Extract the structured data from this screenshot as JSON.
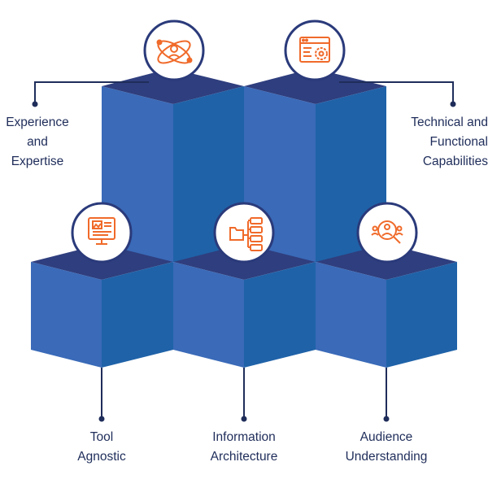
{
  "colors": {
    "cube_top": "#2f3e7e",
    "cube_left": "#3a6ab8",
    "cube_right": "#1f62a8",
    "line": "#1f2d5a",
    "icon_accent": "#f06a2a",
    "circle_border": "#2a3a7a"
  },
  "nodes": [
    {
      "id": "experience",
      "icon": "atom-person-icon",
      "lines": [
        "Experience",
        "and",
        "Expertise"
      ]
    },
    {
      "id": "technical",
      "icon": "browser-gear-icon",
      "lines": [
        "Technical and",
        "Functional",
        "Capabilities"
      ]
    },
    {
      "id": "tool",
      "icon": "monitor-document-icon",
      "lines": [
        "Tool",
        "Agnostic"
      ]
    },
    {
      "id": "information",
      "icon": "folder-hierarchy-icon",
      "lines": [
        "Information",
        "Architecture"
      ]
    },
    {
      "id": "audience",
      "icon": "group-search-icon",
      "lines": [
        "Audience",
        "Understanding"
      ]
    }
  ]
}
